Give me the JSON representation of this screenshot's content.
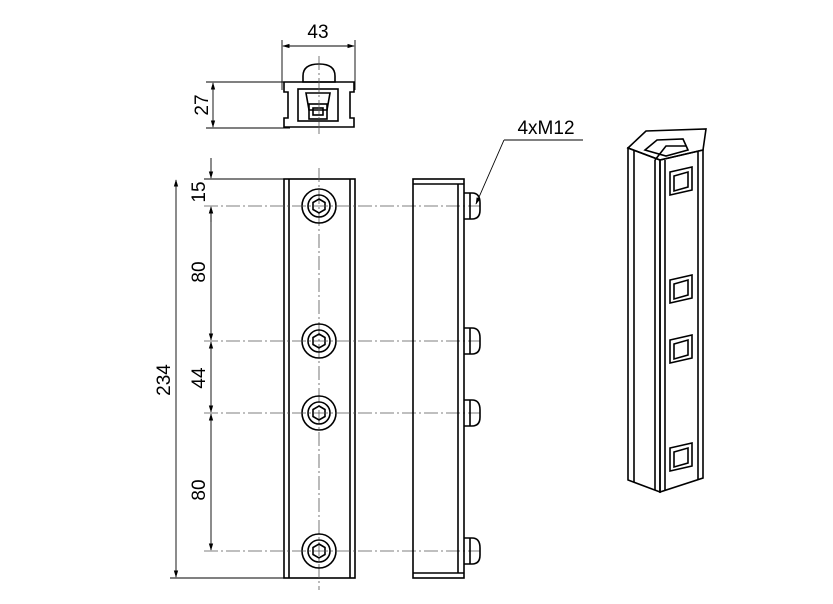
{
  "dimensions": {
    "top_width": "43",
    "top_height": "27",
    "offset_top": "15",
    "spacing_1": "80",
    "spacing_2": "44",
    "spacing_3": "80",
    "overall_length": "234"
  },
  "callouts": {
    "bolts": "4xM12"
  },
  "colors": {
    "line": "#000000",
    "centerline": "#555555",
    "iso_fill": "#ffffff"
  }
}
